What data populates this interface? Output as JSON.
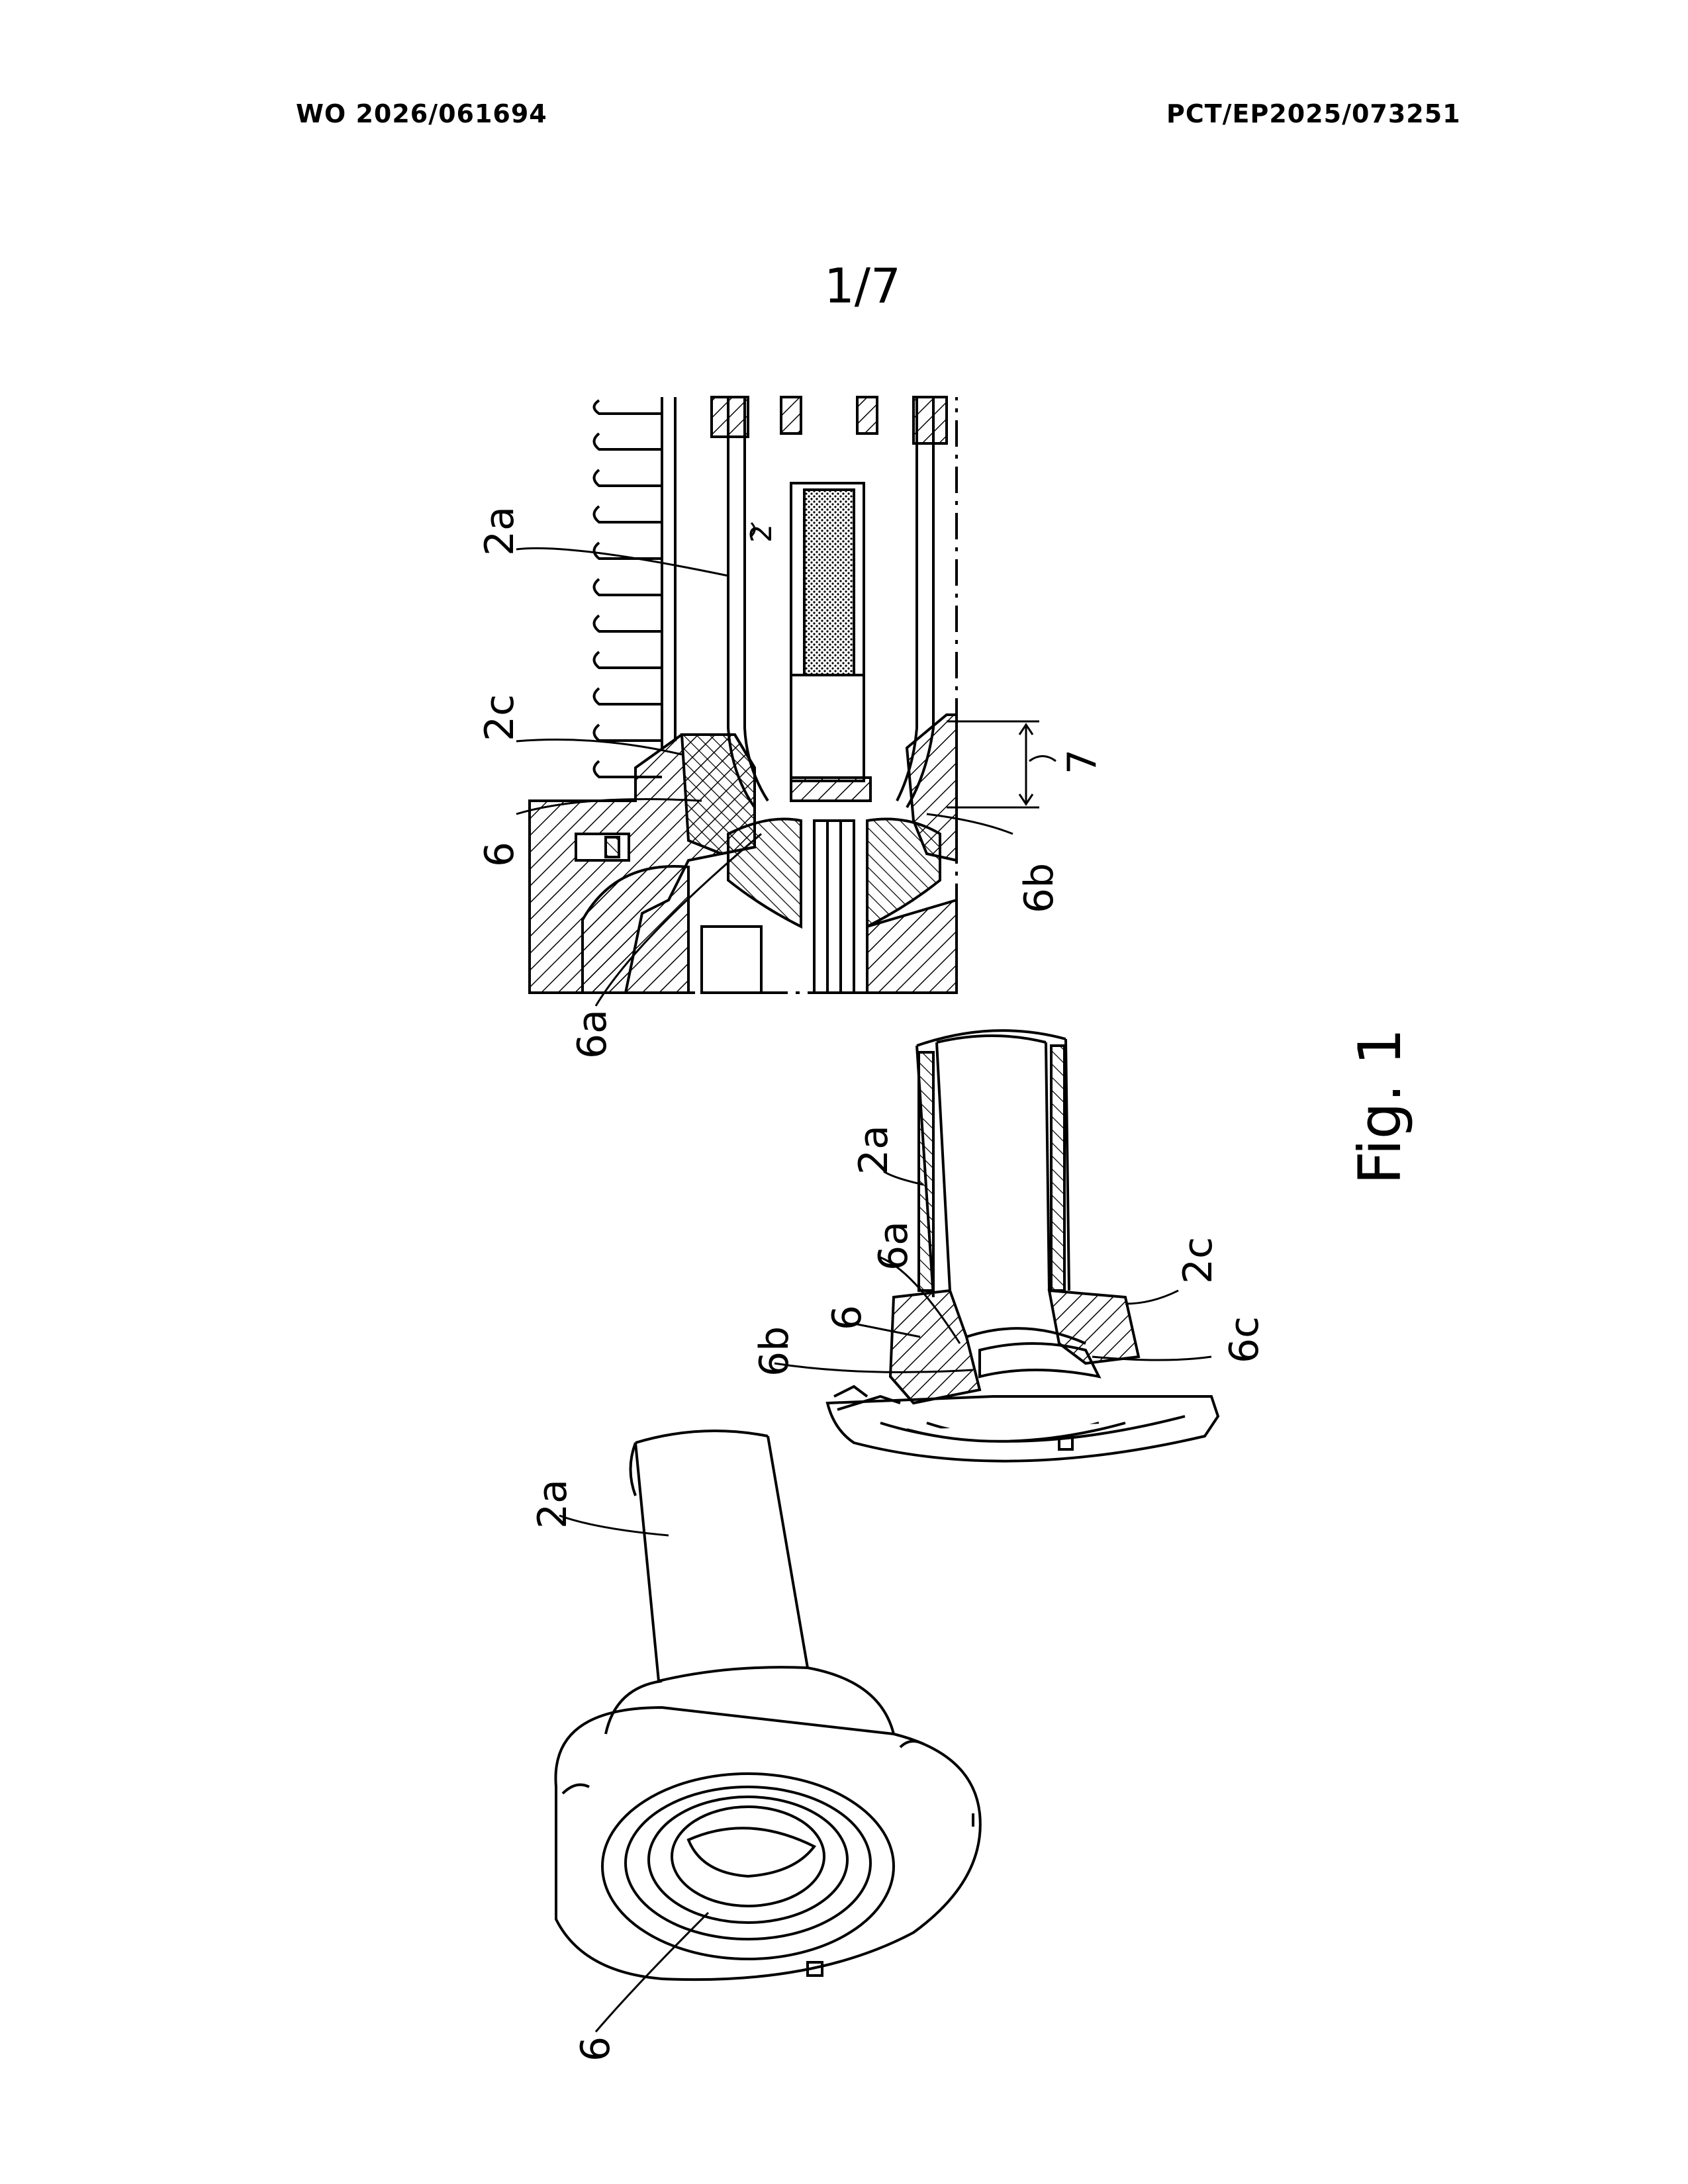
{
  "header": {
    "publication_number": "WO 2026/061694",
    "application_number": "PCT/EP2025/073251"
  },
  "sheet": "1/7",
  "figure": {
    "caption": "Fig. 1",
    "top_view_labels": [
      "2a",
      "2",
      "2c",
      "6",
      "6a",
      "6b",
      "7"
    ],
    "middle_view_labels": [
      "2a",
      "6a",
      "6",
      "6b",
      "2c",
      "6c"
    ],
    "bottom_view_labels": [
      "2a",
      "6"
    ]
  }
}
